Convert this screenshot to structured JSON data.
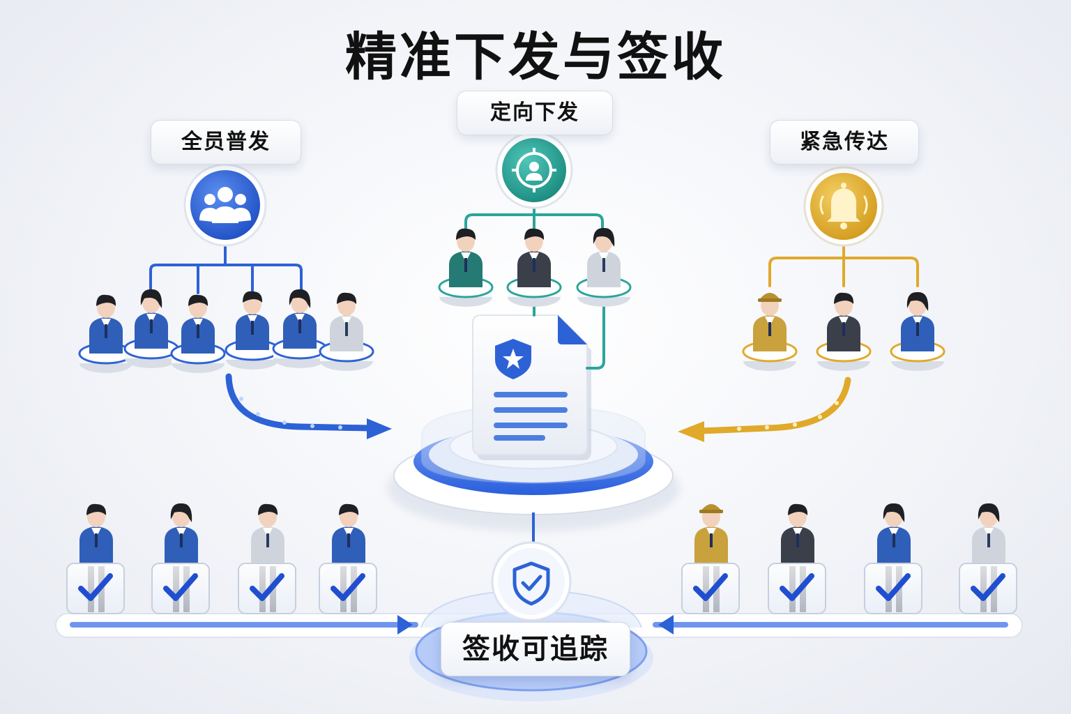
{
  "title": "精准下发与签收",
  "modes": {
    "all": {
      "label": "全员普发",
      "icon": "users-group-icon",
      "color": "#2d62d6"
    },
    "targeted": {
      "label": "定向下发",
      "icon": "target-person-icon",
      "color": "#2aa59a"
    },
    "urgent": {
      "label": "紧急传达",
      "icon": "bell-icon",
      "color": "#e0a92a"
    }
  },
  "center": {
    "icon": "document-shield-star-icon"
  },
  "tracking": {
    "label": "签收可追踪",
    "icon": "shield-check-icon"
  },
  "colors": {
    "accent": "#2d62d6",
    "teal": "#2aa59a",
    "gold": "#e0a92a",
    "check": "#1f4fd0"
  }
}
